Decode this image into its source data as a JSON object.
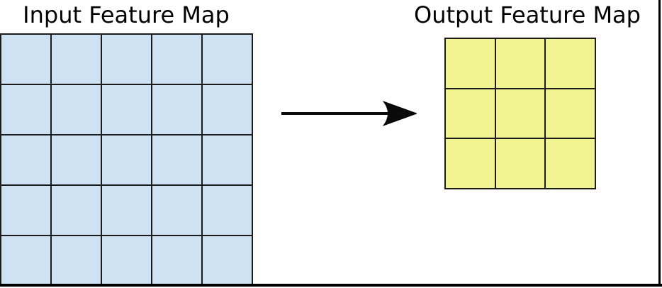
{
  "diagram": {
    "input_map": {
      "title": "Input Feature Map",
      "rows": 5,
      "cols": 5,
      "fill": "#cfe2f3"
    },
    "output_map": {
      "title": "Output Feature Map",
      "rows": 3,
      "cols": 3,
      "fill": "#f1f290"
    },
    "arrow": {
      "direction": "right",
      "color": "#0a0a0a"
    },
    "colors": {
      "grid_line": "#1c1c1c",
      "frame": "#000000",
      "background": "#ffffff"
    }
  }
}
